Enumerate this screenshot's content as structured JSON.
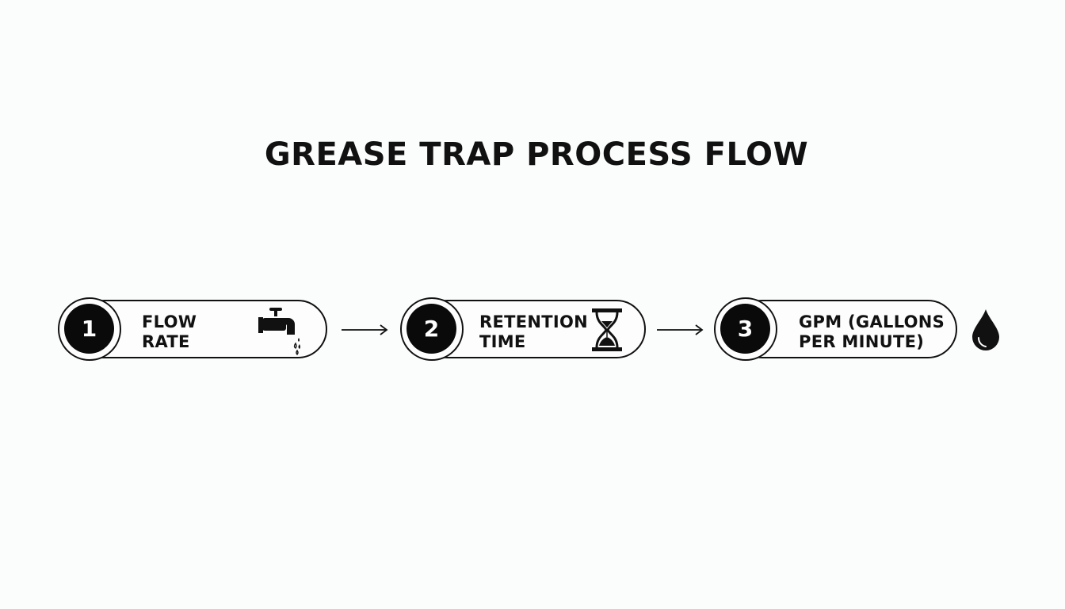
{
  "title": "GREASE TRAP PROCESS FLOW",
  "steps": [
    {
      "number": "1",
      "line1": "FLOW",
      "line2": "RATE",
      "icon": "faucet-icon"
    },
    {
      "number": "2",
      "line1": "RETENTION",
      "line2": "TIME",
      "icon": "hourglass-icon"
    },
    {
      "number": "3",
      "line1": "GPM (GALLONS",
      "line2": "PER MINUTE)",
      "icon": "water-drop-icon"
    }
  ],
  "colors": {
    "ink": "#111111",
    "background": "#fbfcfc"
  }
}
